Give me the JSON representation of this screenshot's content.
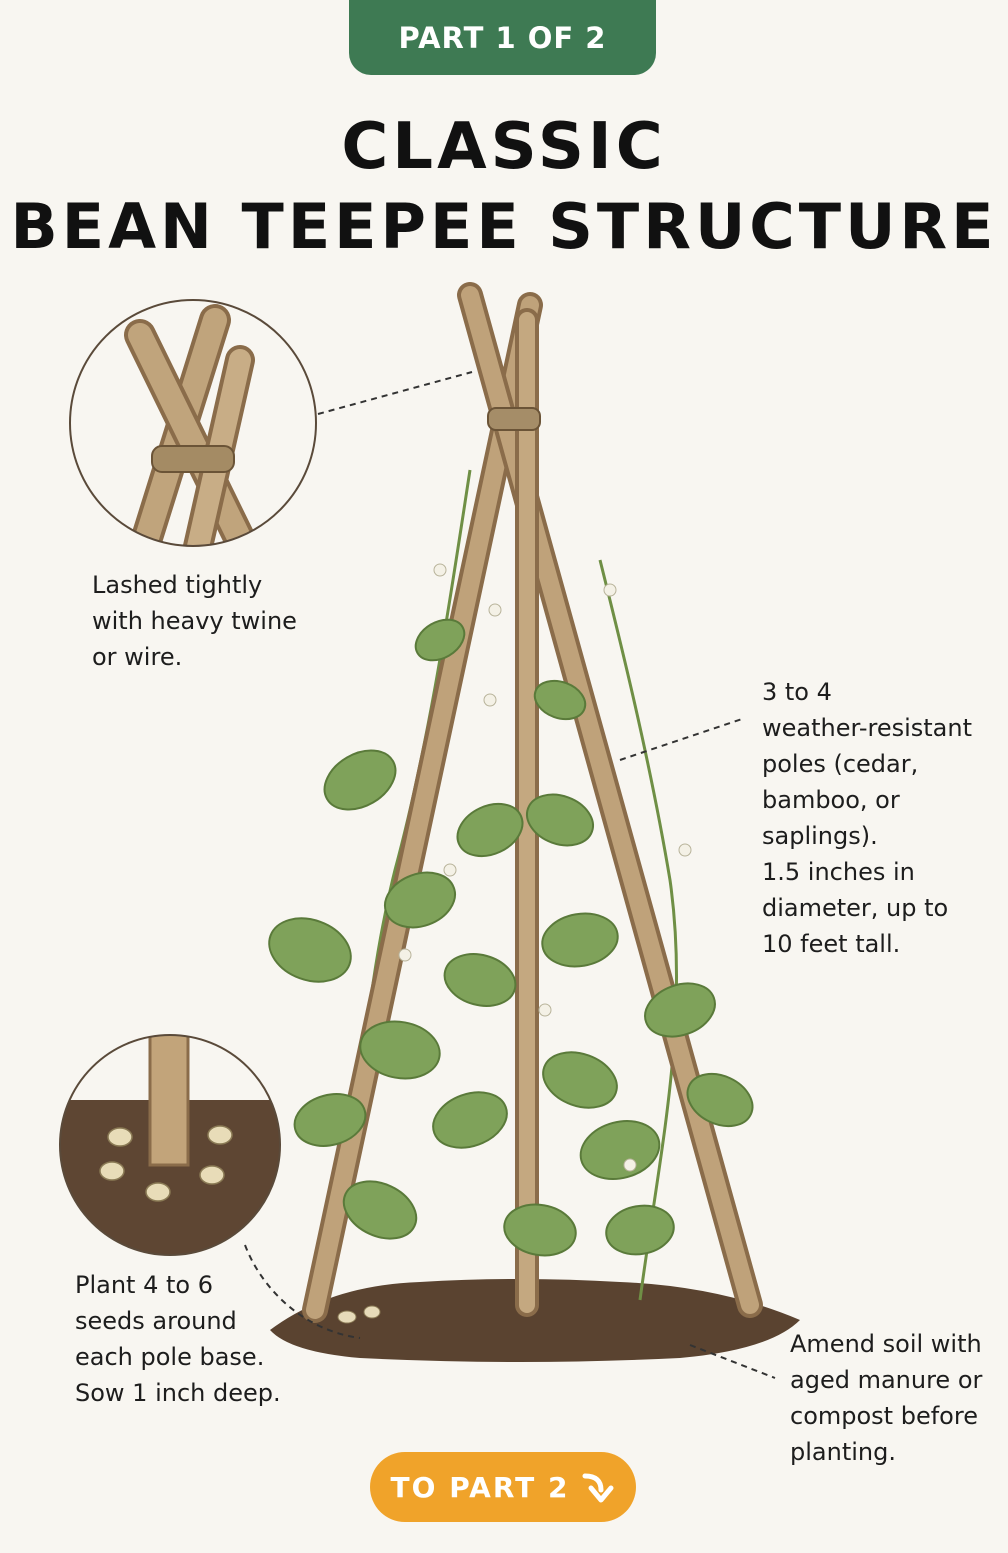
{
  "header": {
    "badge": "PART 1 OF 2",
    "title_line1": "CLASSIC",
    "title_line2": "BEAN TEEPEE STRUCTURE"
  },
  "callouts": {
    "lashing": [
      "Lashed tightly",
      "with heavy twine",
      "or wire."
    ],
    "poles": [
      "3 to 4",
      "weather-resistant",
      "poles (cedar,",
      "bamboo, or",
      "saplings).",
      "1.5 inches in",
      "diameter, up to",
      "10 feet tall."
    ],
    "seeds": [
      "Plant 4 to 6",
      "seeds around",
      "each pole base.",
      "Sow 1 inch deep."
    ],
    "soil": [
      "Amend soil with",
      "aged manure or",
      "compost before",
      "planting."
    ]
  },
  "cta": {
    "label": "TO PART 2"
  },
  "colors": {
    "badge": "#3e7a53",
    "cta": "#f0a32a",
    "wood": "#b99a72",
    "leaf": "#7fa25a",
    "soil": "#5a4330"
  }
}
